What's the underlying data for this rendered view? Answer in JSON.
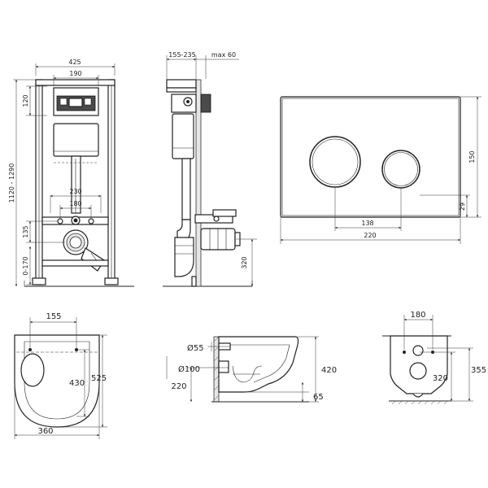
{
  "frame_front": {
    "width": "425",
    "bracket_width": "190",
    "bracket_height": "120",
    "height_range": "1120 - 1290",
    "fix_spacing_outer": "230",
    "fix_spacing_inner": "180",
    "outlet_height": "135",
    "foot_range": "0-170"
  },
  "frame_side": {
    "depth_range": "155-235",
    "panel_max": "max 60",
    "drain_height": "320"
  },
  "flush_plate": {
    "height": "150",
    "width": "220",
    "button_spacing": "138",
    "button_offset": "29"
  },
  "bowl_top": {
    "fix_spacing": "155",
    "fix_depth": "430",
    "length": "525",
    "width": "360"
  },
  "bowl_side": {
    "inlet_diameter": "Ø55",
    "outlet_diameter": "Ø100",
    "outlet_height": "220",
    "height": "420",
    "rim_thickness": "65"
  },
  "bowl_rear": {
    "fix_spacing": "180",
    "fix_height": "320",
    "inlet_height": "355"
  }
}
